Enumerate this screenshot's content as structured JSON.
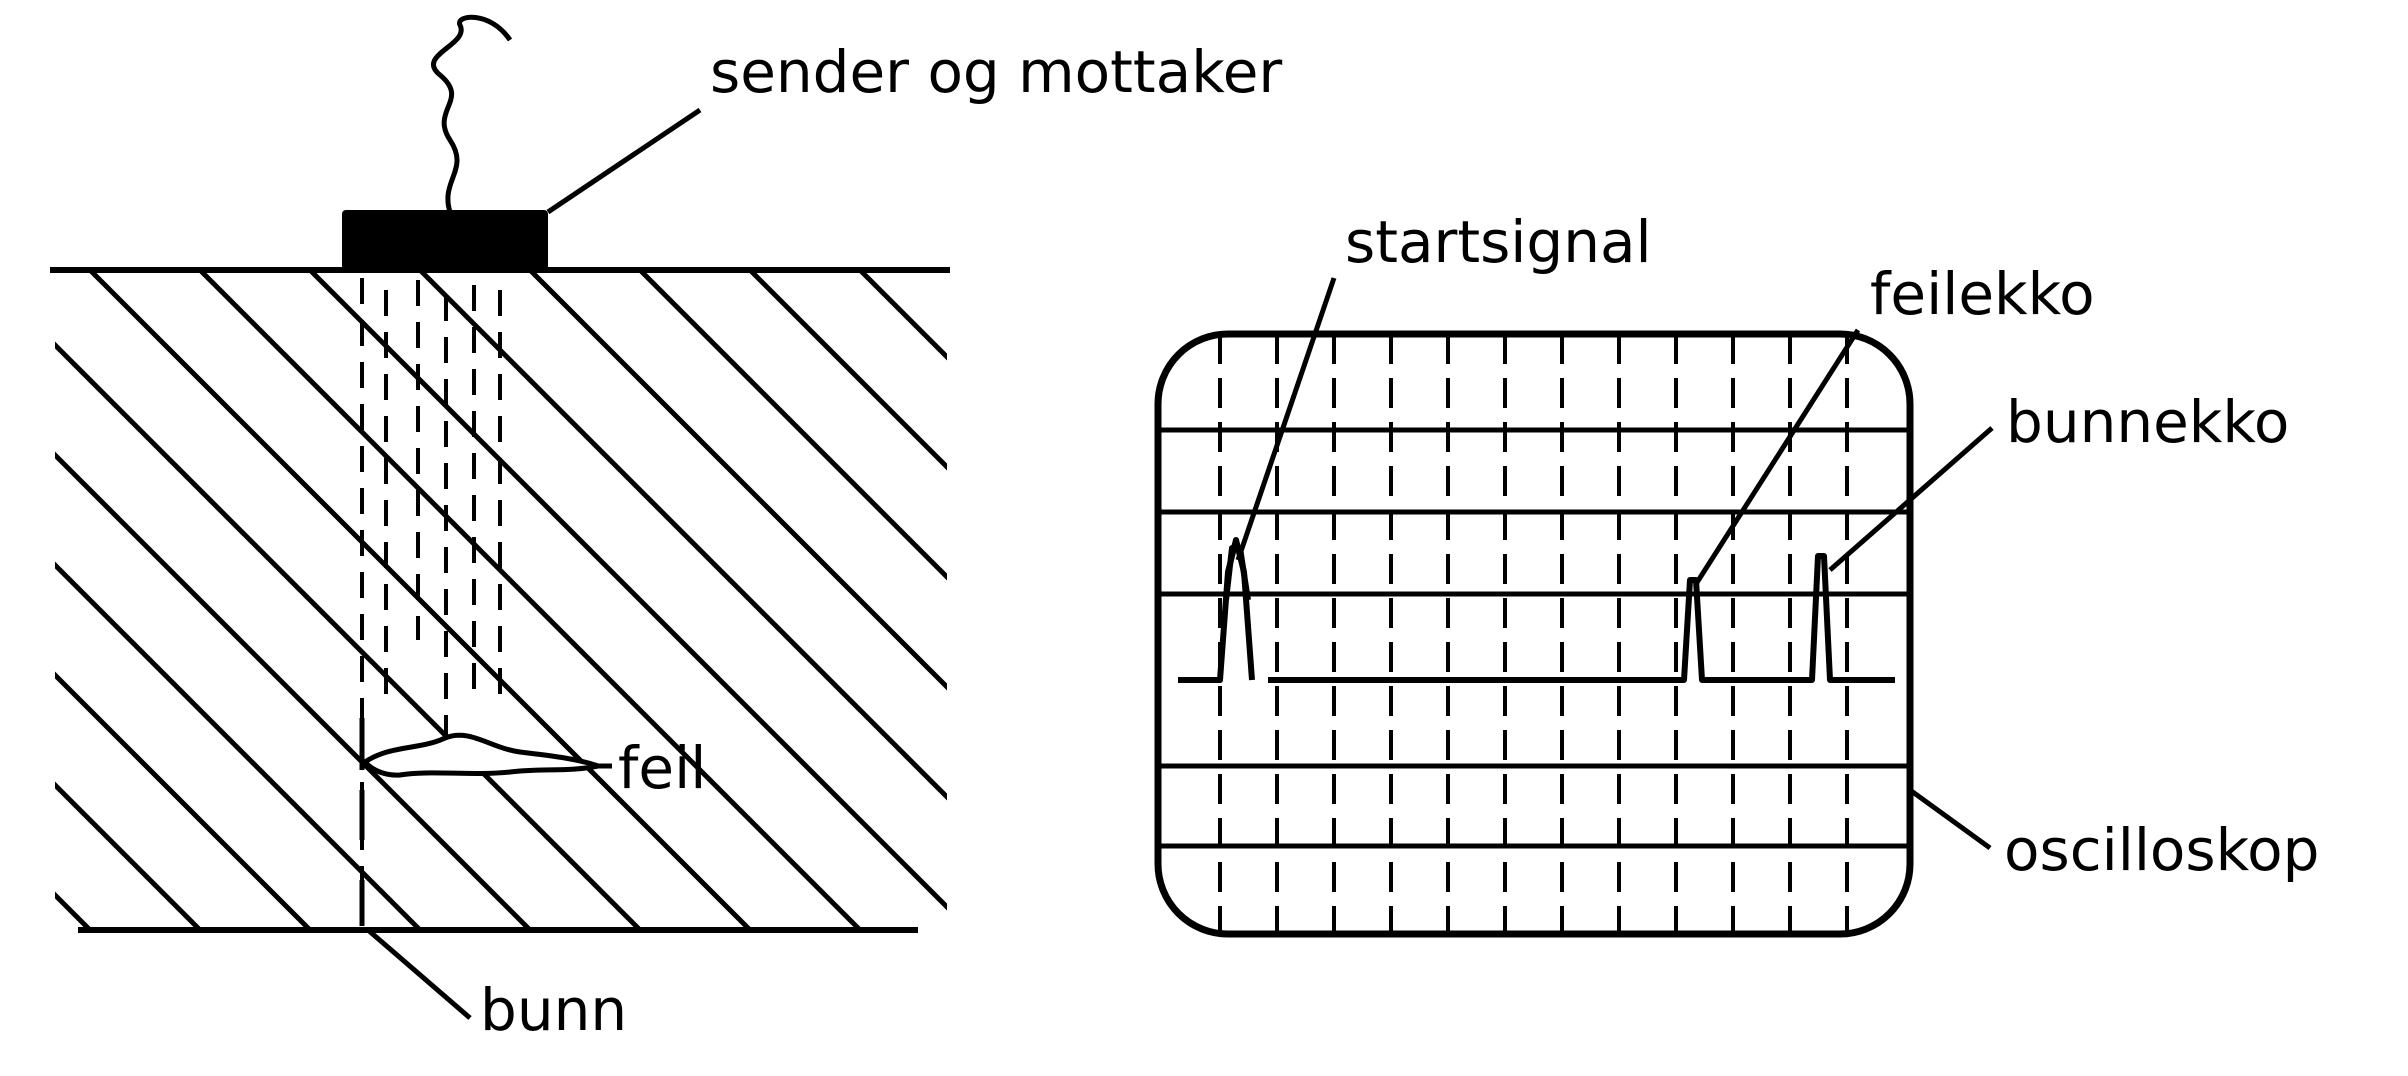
{
  "labels": {
    "transducer": "sender og mottaker",
    "defect": "feil",
    "bottom": "bunn",
    "start_signal": "startsignal",
    "defect_echo": "feilekko",
    "bottom_echo": "bunnekko",
    "oscilloscope": "oscilloskop"
  },
  "colors": {
    "ink": "#000000",
    "paper": "#ffffff"
  }
}
